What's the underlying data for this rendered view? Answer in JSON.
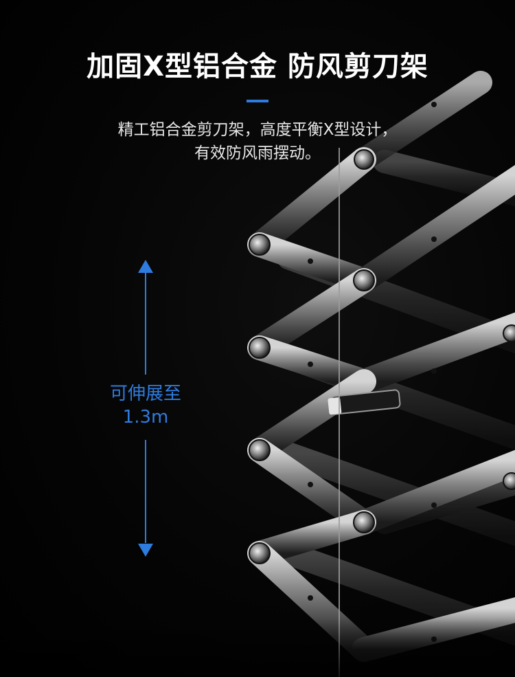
{
  "header": {
    "title": "加固X型铝合金 防风剪刀架",
    "subtitle_line1": "精工铝合金剪刀架，高度平衡X型设计，",
    "subtitle_line2": "有效防风雨摆动。"
  },
  "extension": {
    "label_line1": "可伸展至",
    "label_line2": "1.3m",
    "accent_color": "#2f7ce0"
  }
}
